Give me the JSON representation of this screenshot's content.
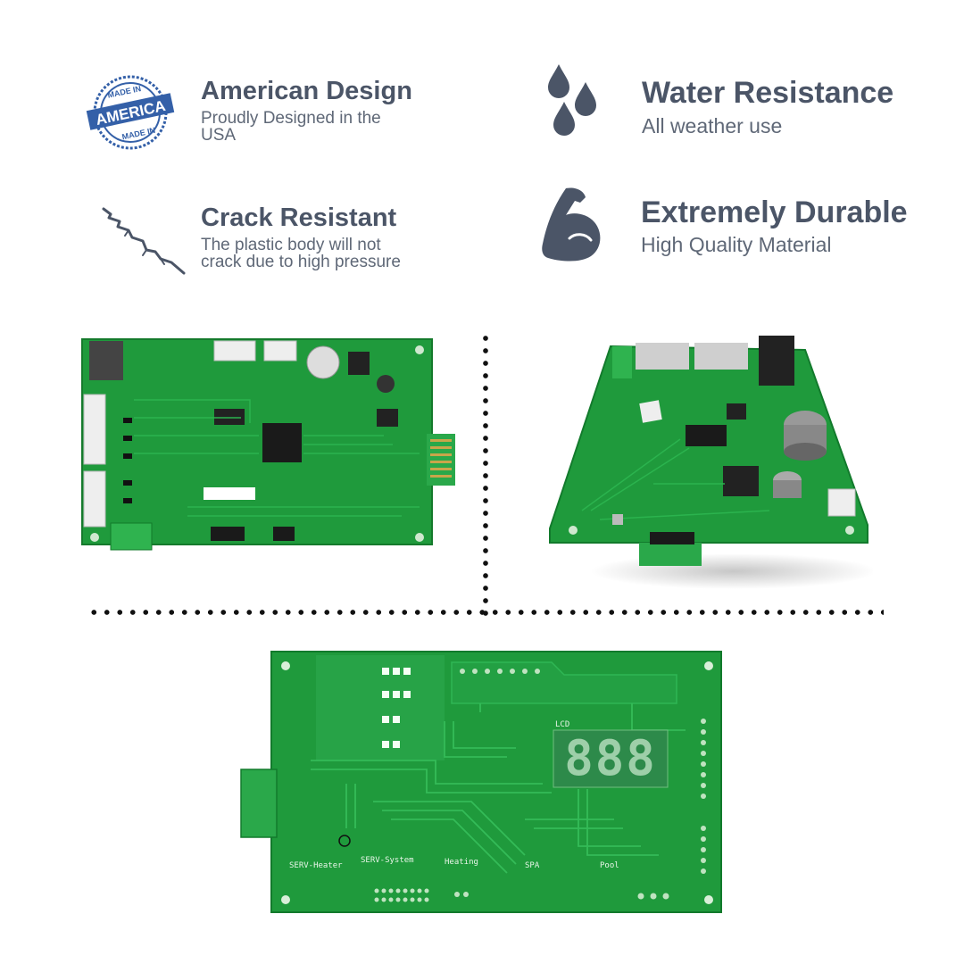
{
  "features": [
    {
      "title": "American Design",
      "subtitle_lines": [
        "Proudly Designed in the",
        "USA"
      ],
      "icon": "made-in-america-seal-icon"
    },
    {
      "title": "Water Resistance",
      "subtitle_lines": [
        "All weather use"
      ],
      "icon": "water-drops-icon"
    },
    {
      "title": "Crack Resistant",
      "subtitle_lines": [
        "The plastic body will not",
        "crack due to high pressure"
      ],
      "icon": "crack-icon"
    },
    {
      "title": "Extremely Durable",
      "subtitle_lines": [
        "High Quality Material"
      ],
      "icon": "flexed-arm-icon"
    }
  ],
  "seal": {
    "top_text": "MADE IN",
    "center_text": "AMERICA",
    "bottom_text": "MADE IN"
  },
  "board_labels": {
    "lcd": "LCD",
    "display_digits": "888",
    "serv_heater": "SERV-Heater",
    "serv_system": "SERV-System",
    "heating": "Heating",
    "spa": "SPA",
    "pool": "Pool"
  },
  "colors": {
    "title": "#4b5567",
    "subtitle": "#5f6877",
    "icon": "#4b5567",
    "pcb_green": "#1f9a3c"
  }
}
